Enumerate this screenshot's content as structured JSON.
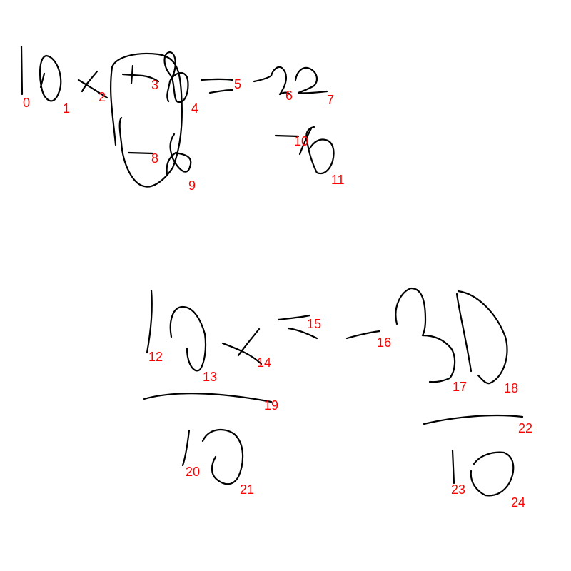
{
  "colors": {
    "background": "#ffffff",
    "ink": "#000000",
    "label": "#ff0000"
  },
  "strokes": [
    {
      "id": 0,
      "label": "0"
    },
    {
      "id": 1,
      "label": "1"
    },
    {
      "id": 2,
      "label": "2"
    },
    {
      "id": 3,
      "label": "3"
    },
    {
      "id": 4,
      "label": "4"
    },
    {
      "id": 5,
      "label": "5"
    },
    {
      "id": 6,
      "label": "6"
    },
    {
      "id": 7,
      "label": "7"
    },
    {
      "id": 8,
      "label": "8"
    },
    {
      "id": 9,
      "label": "9"
    },
    {
      "id": 10,
      "label": "10"
    },
    {
      "id": 11,
      "label": "11"
    },
    {
      "id": 12,
      "label": "12"
    },
    {
      "id": 13,
      "label": "13"
    },
    {
      "id": 14,
      "label": "14"
    },
    {
      "id": 15,
      "label": "15"
    },
    {
      "id": 16,
      "label": "16"
    },
    {
      "id": 17,
      "label": "17"
    },
    {
      "id": 18,
      "label": "18"
    },
    {
      "id": 19,
      "label": "19"
    },
    {
      "id": 20,
      "label": "20"
    },
    {
      "id": 21,
      "label": "21"
    },
    {
      "id": 22,
      "label": "22"
    },
    {
      "id": 23,
      "label": "23"
    },
    {
      "id": 24,
      "label": "24"
    }
  ]
}
